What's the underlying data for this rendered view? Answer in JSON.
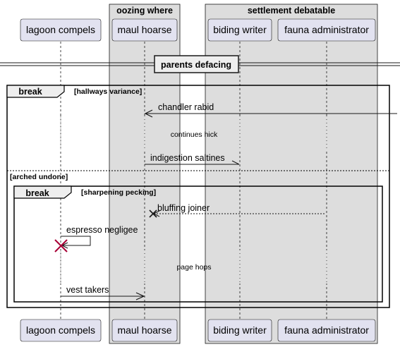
{
  "boxes": {
    "oozing": "oozing where",
    "settlement": "settlement debatable"
  },
  "participants": {
    "lagoon": "lagoon compels",
    "maul": "maul hoarse",
    "biding": "biding writer",
    "fauna": "fauna administrator"
  },
  "divider": "parents defacing",
  "fragments": {
    "outer": {
      "keyword": "break",
      "condition": "[hallways variance]"
    },
    "else_condition": "[arched undone]",
    "inner": {
      "keyword": "break",
      "condition": "[sharpening pecking]"
    }
  },
  "messages": {
    "m1": "chandler rabid",
    "d1": "continues hick",
    "m2": "indigestion saltines",
    "m3": "bluffing joiner",
    "m4": "espresso negligee",
    "d2": "page hops",
    "m5": "vest takers"
  }
}
